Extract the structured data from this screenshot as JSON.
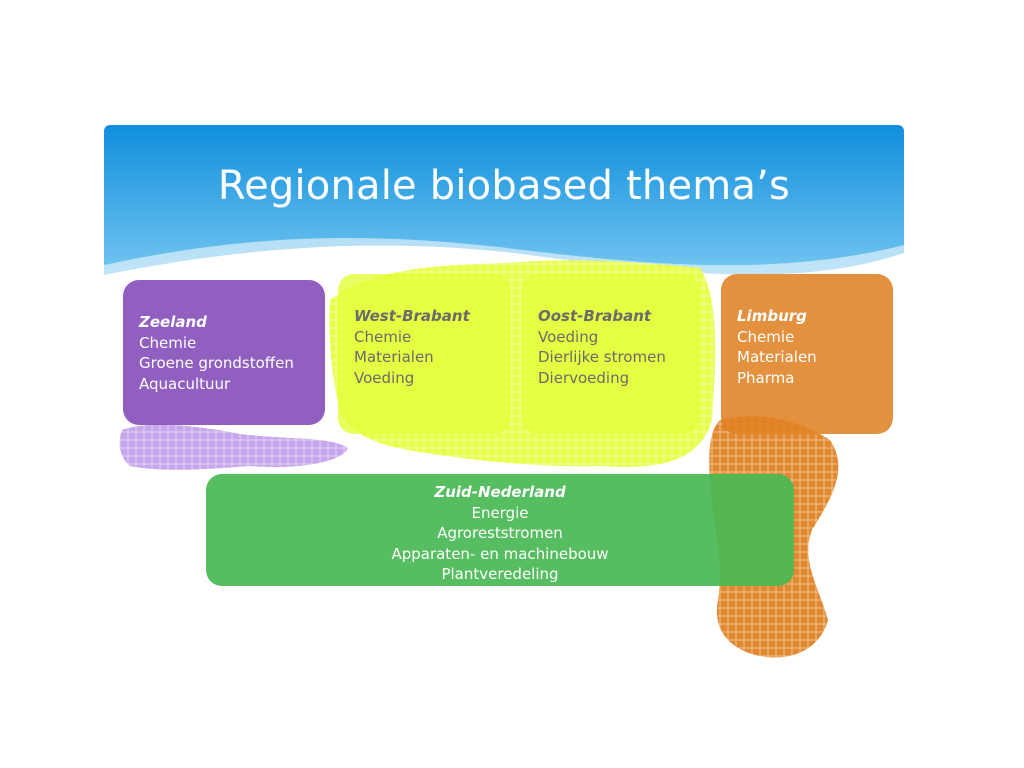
{
  "title": "Regionale biobased thema’s",
  "colors": {
    "header_blue_top": "#0f8fdc",
    "header_blue_bottom": "#7ccaf3",
    "zeeland": "#7a3cb2",
    "brabant": "#e4ff3c",
    "limburg": "#e08224",
    "zuid_nederland": "#48b854"
  },
  "regions": {
    "zeeland": {
      "name": "Zeeland",
      "items": [
        "Chemie",
        "Groene grondstoffen",
        "Aquacultuur"
      ]
    },
    "west_brabant": {
      "name": "West-Brabant",
      "items": [
        "Chemie",
        "Materialen",
        "Voeding"
      ]
    },
    "oost_brabant": {
      "name": "Oost-Brabant",
      "items": [
        "Voeding",
        "Dierlijke stromen",
        "Diervoeding"
      ]
    },
    "limburg": {
      "name": "Limburg",
      "items": [
        "Chemie",
        "Materialen",
        "Pharma"
      ]
    },
    "zuid_nederland": {
      "name": "Zuid-Nederland",
      "items": [
        "Energie",
        "Agroreststromen",
        "Apparaten- en machinebouw",
        "Plantveredeling"
      ]
    }
  }
}
